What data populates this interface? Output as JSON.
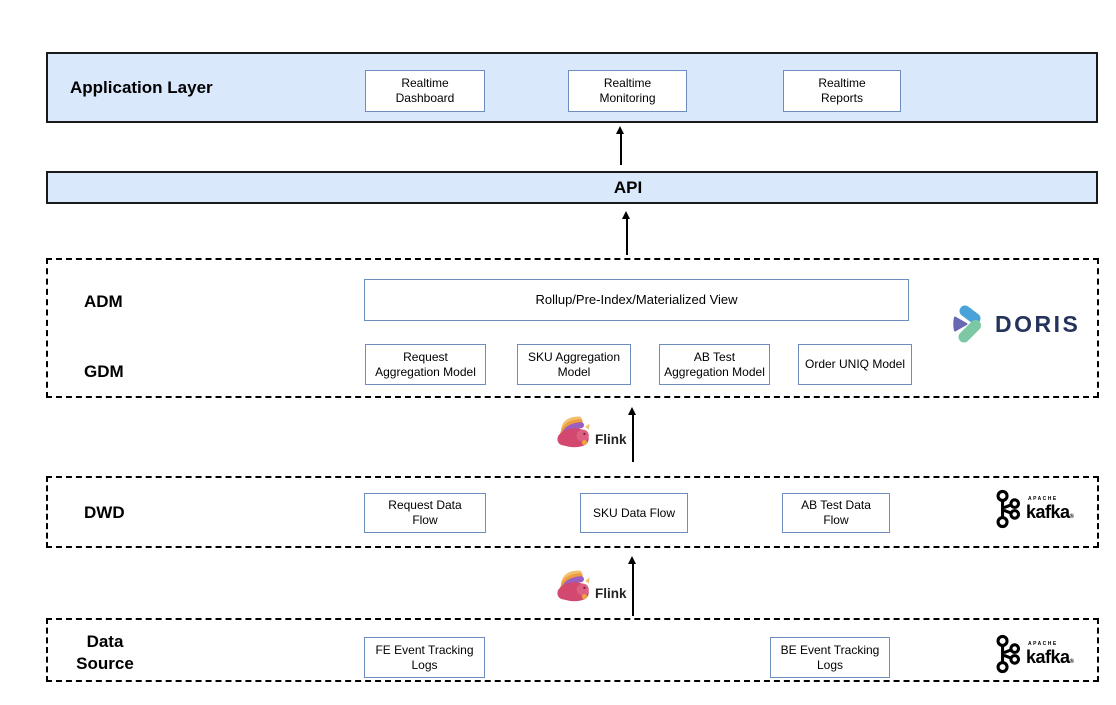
{
  "app_layer": {
    "label": "Application Layer",
    "boxes": [
      "Realtime\nDashboard",
      "Realtime\nMonitoring",
      "Realtime\nReports"
    ]
  },
  "api_layer": {
    "label": "API"
  },
  "adm_layer": {
    "adm_label": "ADM",
    "gdm_label": "GDM",
    "rollup_box": "Rollup/Pre-Index/Materialized View",
    "gdm_boxes": [
      "Request\nAggregation Model",
      "SKU Aggregation\nModel",
      "AB Test\nAggregation Model",
      "Order UNIQ Model"
    ]
  },
  "dwd_layer": {
    "label": "DWD",
    "boxes": [
      "Request Data\nFlow",
      "SKU Data Flow",
      "AB Test Data\nFlow"
    ]
  },
  "data_source_layer": {
    "label": "Data\nSource",
    "boxes": [
      "FE Event Tracking\nLogs",
      "BE Event Tracking\nLogs"
    ]
  },
  "logos": {
    "doris_wordmark": "DORIS",
    "kafka_apache": "APACHE",
    "kafka_wordmark": "kafka",
    "kafka_mark": "®",
    "flink_wordmark": "Flink"
  },
  "colors": {
    "layer_band_fill": "#dae8fc",
    "layer_band_border": "#1a1a1a",
    "node_border": "#6c8ebf",
    "doris_navy": "#24335a",
    "doris_blue": "#4aa3d8",
    "doris_purple": "#6a68b3",
    "doris_green": "#7cc8a4",
    "flink_pink": "#d2486e",
    "flink_orange": "#ef9c3e",
    "flink_purple": "#9b5fc0",
    "kafka_black": "#000000"
  }
}
